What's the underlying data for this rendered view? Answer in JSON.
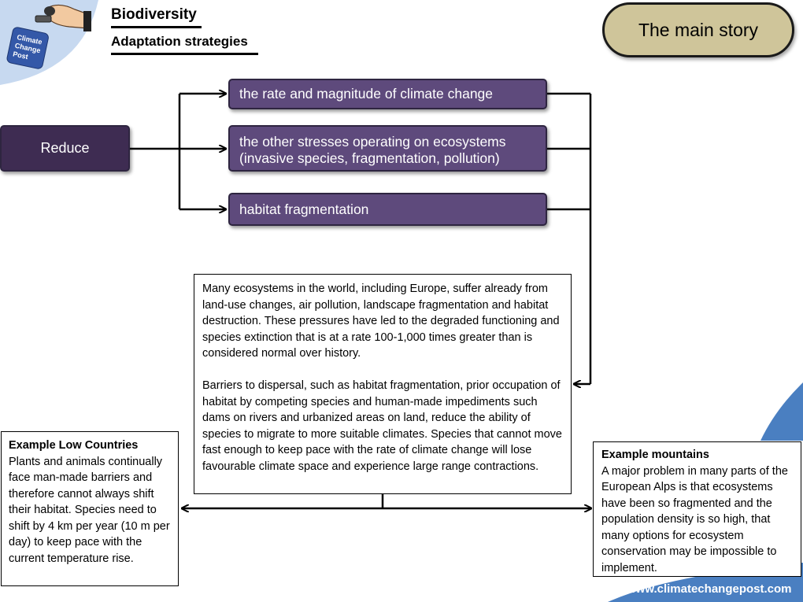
{
  "header": {
    "title": "Biodiversity",
    "subtitle": "Adaptation strategies"
  },
  "logo": {
    "line1": "Climate",
    "line2": "Change",
    "line3": "Post"
  },
  "main_story_button": "The main story",
  "reduce_label": "Reduce",
  "targets": [
    "the rate and magnitude of climate change",
    "the other stresses operating on ecosystems",
    "(invasive species, fragmentation, pollution)",
    "habitat fragmentation"
  ],
  "center_text": {
    "para1": "Many ecosystems in the world, including Europe, suffer already from land-use changes, air pollution, landscape fragmentation and habitat destruction. These pressures have led to the degraded functioning and species extinction that is at a rate 100-1,000 times greater than is considered normal over history.",
    "para2": "Barriers to dispersal, such as habitat fragmentation, prior occupation of habitat by competing species and human-made impediments such dams on rivers and urbanized areas on land, reduce the ability of species to migrate to more suitable climates. Species that cannot move fast enough to keep pace with the rate of climate change will lose favourable climate space and experience large range contractions."
  },
  "example_left": {
    "heading": "Example Low Countries",
    "body": "Plants and animals continually face man-made barriers and therefore cannot always shift their habitat. Species need to shift by 4 km per year (10 m per day) to keep pace with the current temperature rise."
  },
  "example_right": {
    "heading": "Example mountains",
    "body": "A major problem in many parts of the European Alps is that ecosystems have been so fragmented and the population density is so high, that many options for ecosystem conservation may be impossible to implement."
  },
  "footer_url": "www.climatechangepost.com",
  "colors": {
    "purple_box": "#5e4a7c",
    "reduce_box": "#3e2c52",
    "main_story_fill": "#cfc59a",
    "corner_blue": "#4a7fc1",
    "corner_lightblue": "#c7d9f0"
  }
}
